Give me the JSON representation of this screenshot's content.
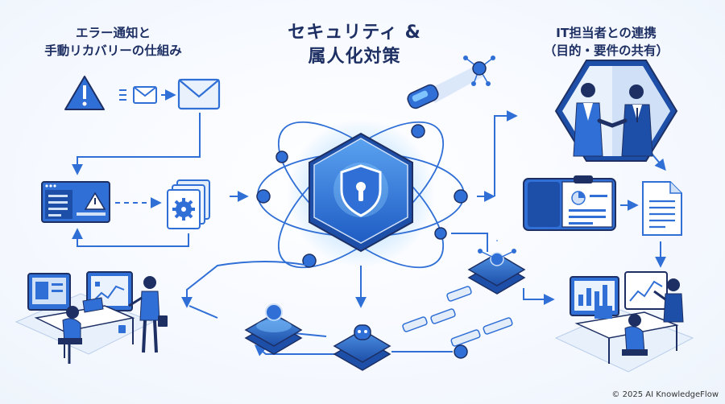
{
  "titles": {
    "left_line1": "エラー通知と",
    "left_line2": "手動リカバリーの仕組み",
    "center_line1": "セキュリティ &",
    "center_line2": "属人化対策",
    "right_line1": "IT担当者との連携",
    "right_line2": "（目的・要件の共有）"
  },
  "footer": {
    "copyright": "© 2025 AI KnowledgeFlow"
  },
  "icons": [
    "warning-icon",
    "email-icon",
    "large-email-icon",
    "dashboard-window-icon",
    "gear-documents-icon",
    "shield-keyhole-icon",
    "handshake-icon",
    "clipboard-binder-icon",
    "document-icon",
    "people-at-desk-icon",
    "analyst-at-desk-icon",
    "robot-node-icon"
  ],
  "colors": {
    "primary": "#2f6fd6",
    "dark_navy": "#1d2f63",
    "light_blue": "#cfe0f7",
    "accent_glow": "#7fc4ff",
    "background": "#f4f8fe"
  }
}
